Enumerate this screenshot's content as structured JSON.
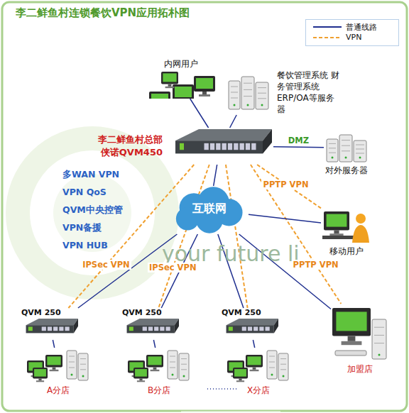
{
  "diagram": {
    "title": "李二鲜鱼村连锁餐饮VPN应用拓朴图",
    "nodes": [
      {
        "text": [
          "内网用户"
        ]
      },
      {
        "text": [
          "餐饮管理系统 财务管理系统 ERP/OA等服务器"
        ]
      },
      {
        "text": [
          "李二鲜鱼村总部",
          "侠诺QVM450"
        ]
      },
      {
        "text": [
          "对外服务器"
        ]
      },
      {
        "text": [
          "互联网"
        ]
      },
      {
        "text": [
          "移动用户"
        ]
      },
      {
        "text": [
          "QVM 250"
        ]
      },
      {
        "text": [
          "QVM 250"
        ]
      },
      {
        "text": [
          "QVM 250"
        ]
      },
      {
        "text": [
          "A分店"
        ]
      },
      {
        "text": [
          "B分店"
        ]
      },
      {
        "text": [
          "X分店"
        ]
      },
      {
        "text": [
          "加盟店"
        ]
      }
    ],
    "edges": [
      {
        "from": 0,
        "to": 2,
        "arrow": "none"
      },
      {
        "from": 1,
        "to": 2,
        "arrow": "none"
      },
      {
        "from": 2,
        "to": 3,
        "arrow": "none",
        "label": "DMZ"
      },
      {
        "from": 2,
        "to": 4,
        "arrow": "none"
      },
      {
        "from": 2,
        "to": 5,
        "arrow": "none",
        "label": "PPTP VPN"
      },
      {
        "from": 2,
        "to": 6,
        "arrow": "none",
        "label": "IPSec VPN"
      },
      {
        "from": 2,
        "to": 7,
        "arrow": "none",
        "label": "IPSec VPN"
      },
      {
        "from": 2,
        "to": 8,
        "arrow": "none"
      },
      {
        "from": 2,
        "to": 12,
        "arrow": "none",
        "label": "PPTP VPN"
      },
      {
        "from": 4,
        "to": 5,
        "arrow": "none"
      },
      {
        "from": 4,
        "to": 6,
        "arrow": "none"
      },
      {
        "from": 4,
        "to": 7,
        "arrow": "none"
      },
      {
        "from": 4,
        "to": 8,
        "arrow": "none"
      },
      {
        "from": 4,
        "to": 12,
        "arrow": "none"
      },
      {
        "from": 6,
        "to": 9,
        "arrow": "none"
      },
      {
        "from": 7,
        "to": 10,
        "arrow": "none"
      },
      {
        "from": 8,
        "to": 11,
        "arrow": "none"
      }
    ],
    "labels": [
      "多WAN VPN",
      "VPN QoS",
      "QVM中央控管",
      "VPN备援",
      "VPN HUB",
      "your future li"
    ],
    "legend": [
      {
        "text": "普通线路"
      },
      {
        "text": "VPN"
      }
    ]
  }
}
